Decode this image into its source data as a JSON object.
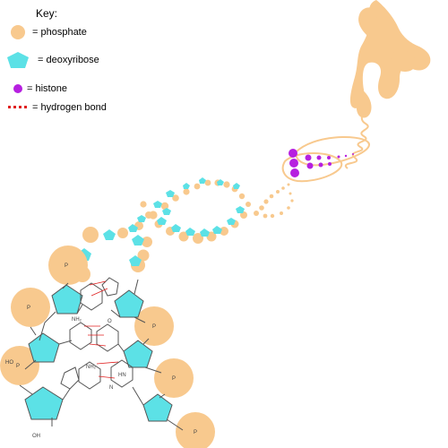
{
  "key": {
    "title": "Key:",
    "items": [
      {
        "name": "phosphate",
        "label": "= phosphate",
        "symbol": "circle",
        "color": "#f8c98e"
      },
      {
        "name": "deoxyribose",
        "label": "= deoxyribose",
        "symbol": "pentagon",
        "color": "#5ce1e6"
      },
      {
        "name": "histone",
        "label": "= histone",
        "symbol": "dot",
        "color": "#b620e0"
      },
      {
        "name": "hydrogen-bond",
        "label": "= hydrogen bond",
        "symbol": "dashes",
        "color": "#e02020"
      }
    ]
  },
  "colors": {
    "phosphate": "#f8c98e",
    "deoxyribose": "#5ce1e6",
    "histone": "#b620e0",
    "hydrogen_bond": "#e02020",
    "chromosome": "#f8c98e",
    "molecule_line": "#555555"
  },
  "molecule_labels": {
    "nh2_top": "NH₂",
    "nh2_mid": "NH₂",
    "hn": "HN",
    "o": "O",
    "oh": "OH",
    "p": "P",
    "n": "N",
    "ho": "HO"
  }
}
